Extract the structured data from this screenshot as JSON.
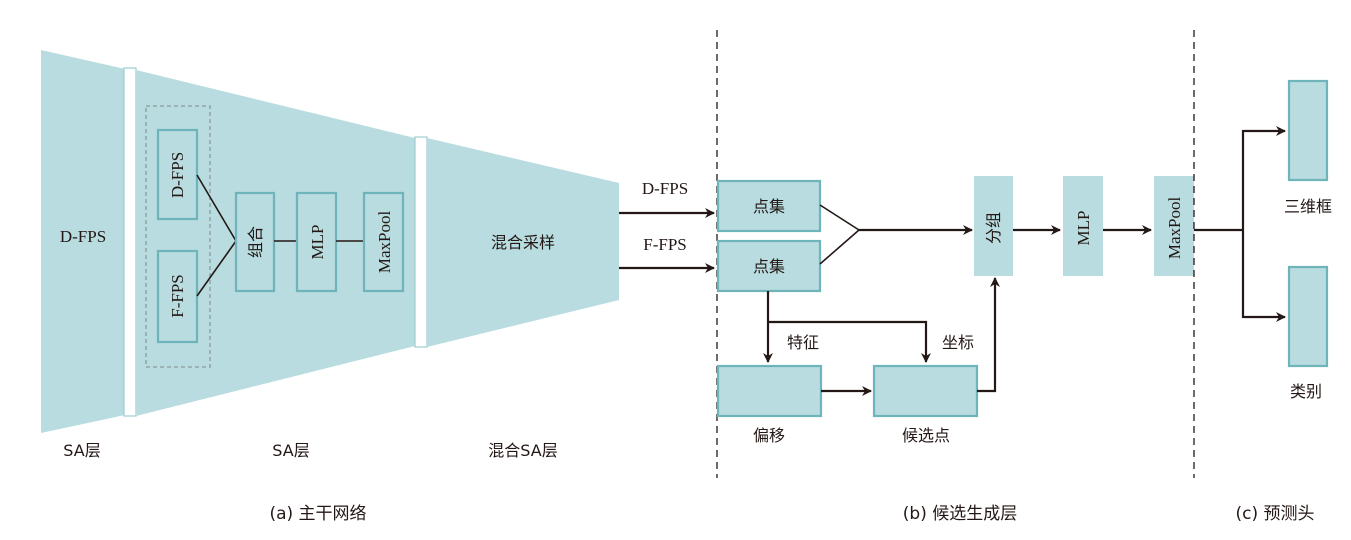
{
  "backbone": {
    "block1_label": "D-FPS",
    "sa1_caption": "SA层",
    "group_box": {
      "dfps": "D-FPS",
      "ffps": "F-FPS",
      "combine": "组合",
      "mlp": "MLP",
      "maxpool": "MaxPool"
    },
    "sa2_caption": "SA层",
    "block3_label": "混合采样",
    "sa3_caption": "混合SA层",
    "arrow_top_label": "D-FPS",
    "arrow_bottom_label": "F-FPS"
  },
  "proposal": {
    "pointset_top": "点集",
    "pointset_bottom": "点集",
    "feature_label": "特征",
    "coord_label": "坐标",
    "offset_caption": "偏移",
    "candidate_caption": "候选点",
    "grouping": "分组",
    "mlp": "MLP",
    "maxpool": "MaxPool"
  },
  "head": {
    "box3d_caption": "三维框",
    "class_caption": "类别"
  },
  "captions": {
    "a": "(a)  主干网络",
    "b": "(b)  候选生成层",
    "c": "(c)  预测头"
  },
  "colors": {
    "block_fill": "#b8dcdf",
    "block_border": "#6fb4ba",
    "line": "#231815"
  }
}
